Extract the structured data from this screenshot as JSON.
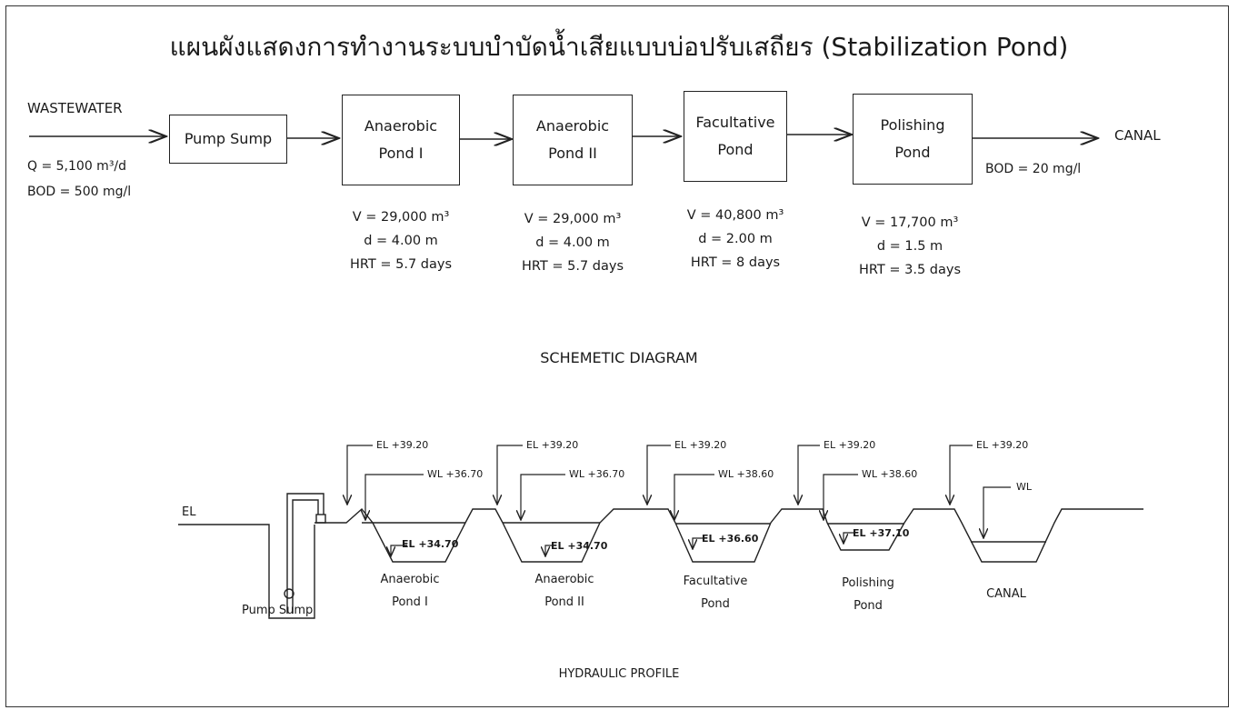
{
  "title": "แผนผังแสดงการทำงานระบบบำบัดน้ำเสียแบบบ่อปรับเสถียร (Stabilization Pond)",
  "schematic": {
    "input_label": "WASTEWATER",
    "flow": "Q = 5,100 m³/d",
    "bod_in": "BOD = 500 mg/l",
    "output_label": "CANAL",
    "bod_out": "BOD = 20 mg/l",
    "boxes": [
      {
        "line1": "Pump Sump",
        "line2": ""
      },
      {
        "line1": "Anaerobic",
        "line2": "Pond I"
      },
      {
        "line1": "Anaerobic",
        "line2": "Pond II"
      },
      {
        "line1": "Facultative",
        "line2": "Pond"
      },
      {
        "line1": "Polishing",
        "line2": "Pond"
      }
    ],
    "specs": [
      {
        "v": "V = 29,000 m³",
        "d": "d = 4.00 m",
        "hrt": "HRT = 5.7 days"
      },
      {
        "v": "V = 29,000 m³",
        "d": "d = 4.00 m",
        "hrt": "HRT = 5.7 days"
      },
      {
        "v": "V = 40,800 m³",
        "d": "d = 2.00 m",
        "hrt": "HRT = 8 days"
      },
      {
        "v": "V = 17,700 m³",
        "d": "d = 1.5 m",
        "hrt": "HRT = 3.5 days"
      }
    ],
    "caption": "SCHEMETIC DIAGRAM"
  },
  "profile": {
    "el_left": "EL",
    "top_el": [
      "EL +39.20",
      "EL +39.20",
      "EL +39.20",
      "EL +39.20",
      "EL +39.20"
    ],
    "wl": [
      "WL +36.70",
      "WL +36.70",
      "WL +38.60",
      "WL +38.60",
      "WL"
    ],
    "bottom_el": [
      "EL +34.70",
      "EL +34.70",
      "EL +36.60",
      "EL +37.10"
    ],
    "pump_label": "Pump Sump",
    "pond_labels": [
      {
        "line1": "Anaerobic",
        "line2": "Pond I"
      },
      {
        "line1": "Anaerobic",
        "line2": "Pond II"
      },
      {
        "line1": "Facultative",
        "line2": "Pond"
      },
      {
        "line1": "Polishing",
        "line2": "Pond"
      },
      {
        "line1": "CANAL",
        "line2": ""
      }
    ],
    "caption": "HYDRAULIC PROFILE"
  }
}
